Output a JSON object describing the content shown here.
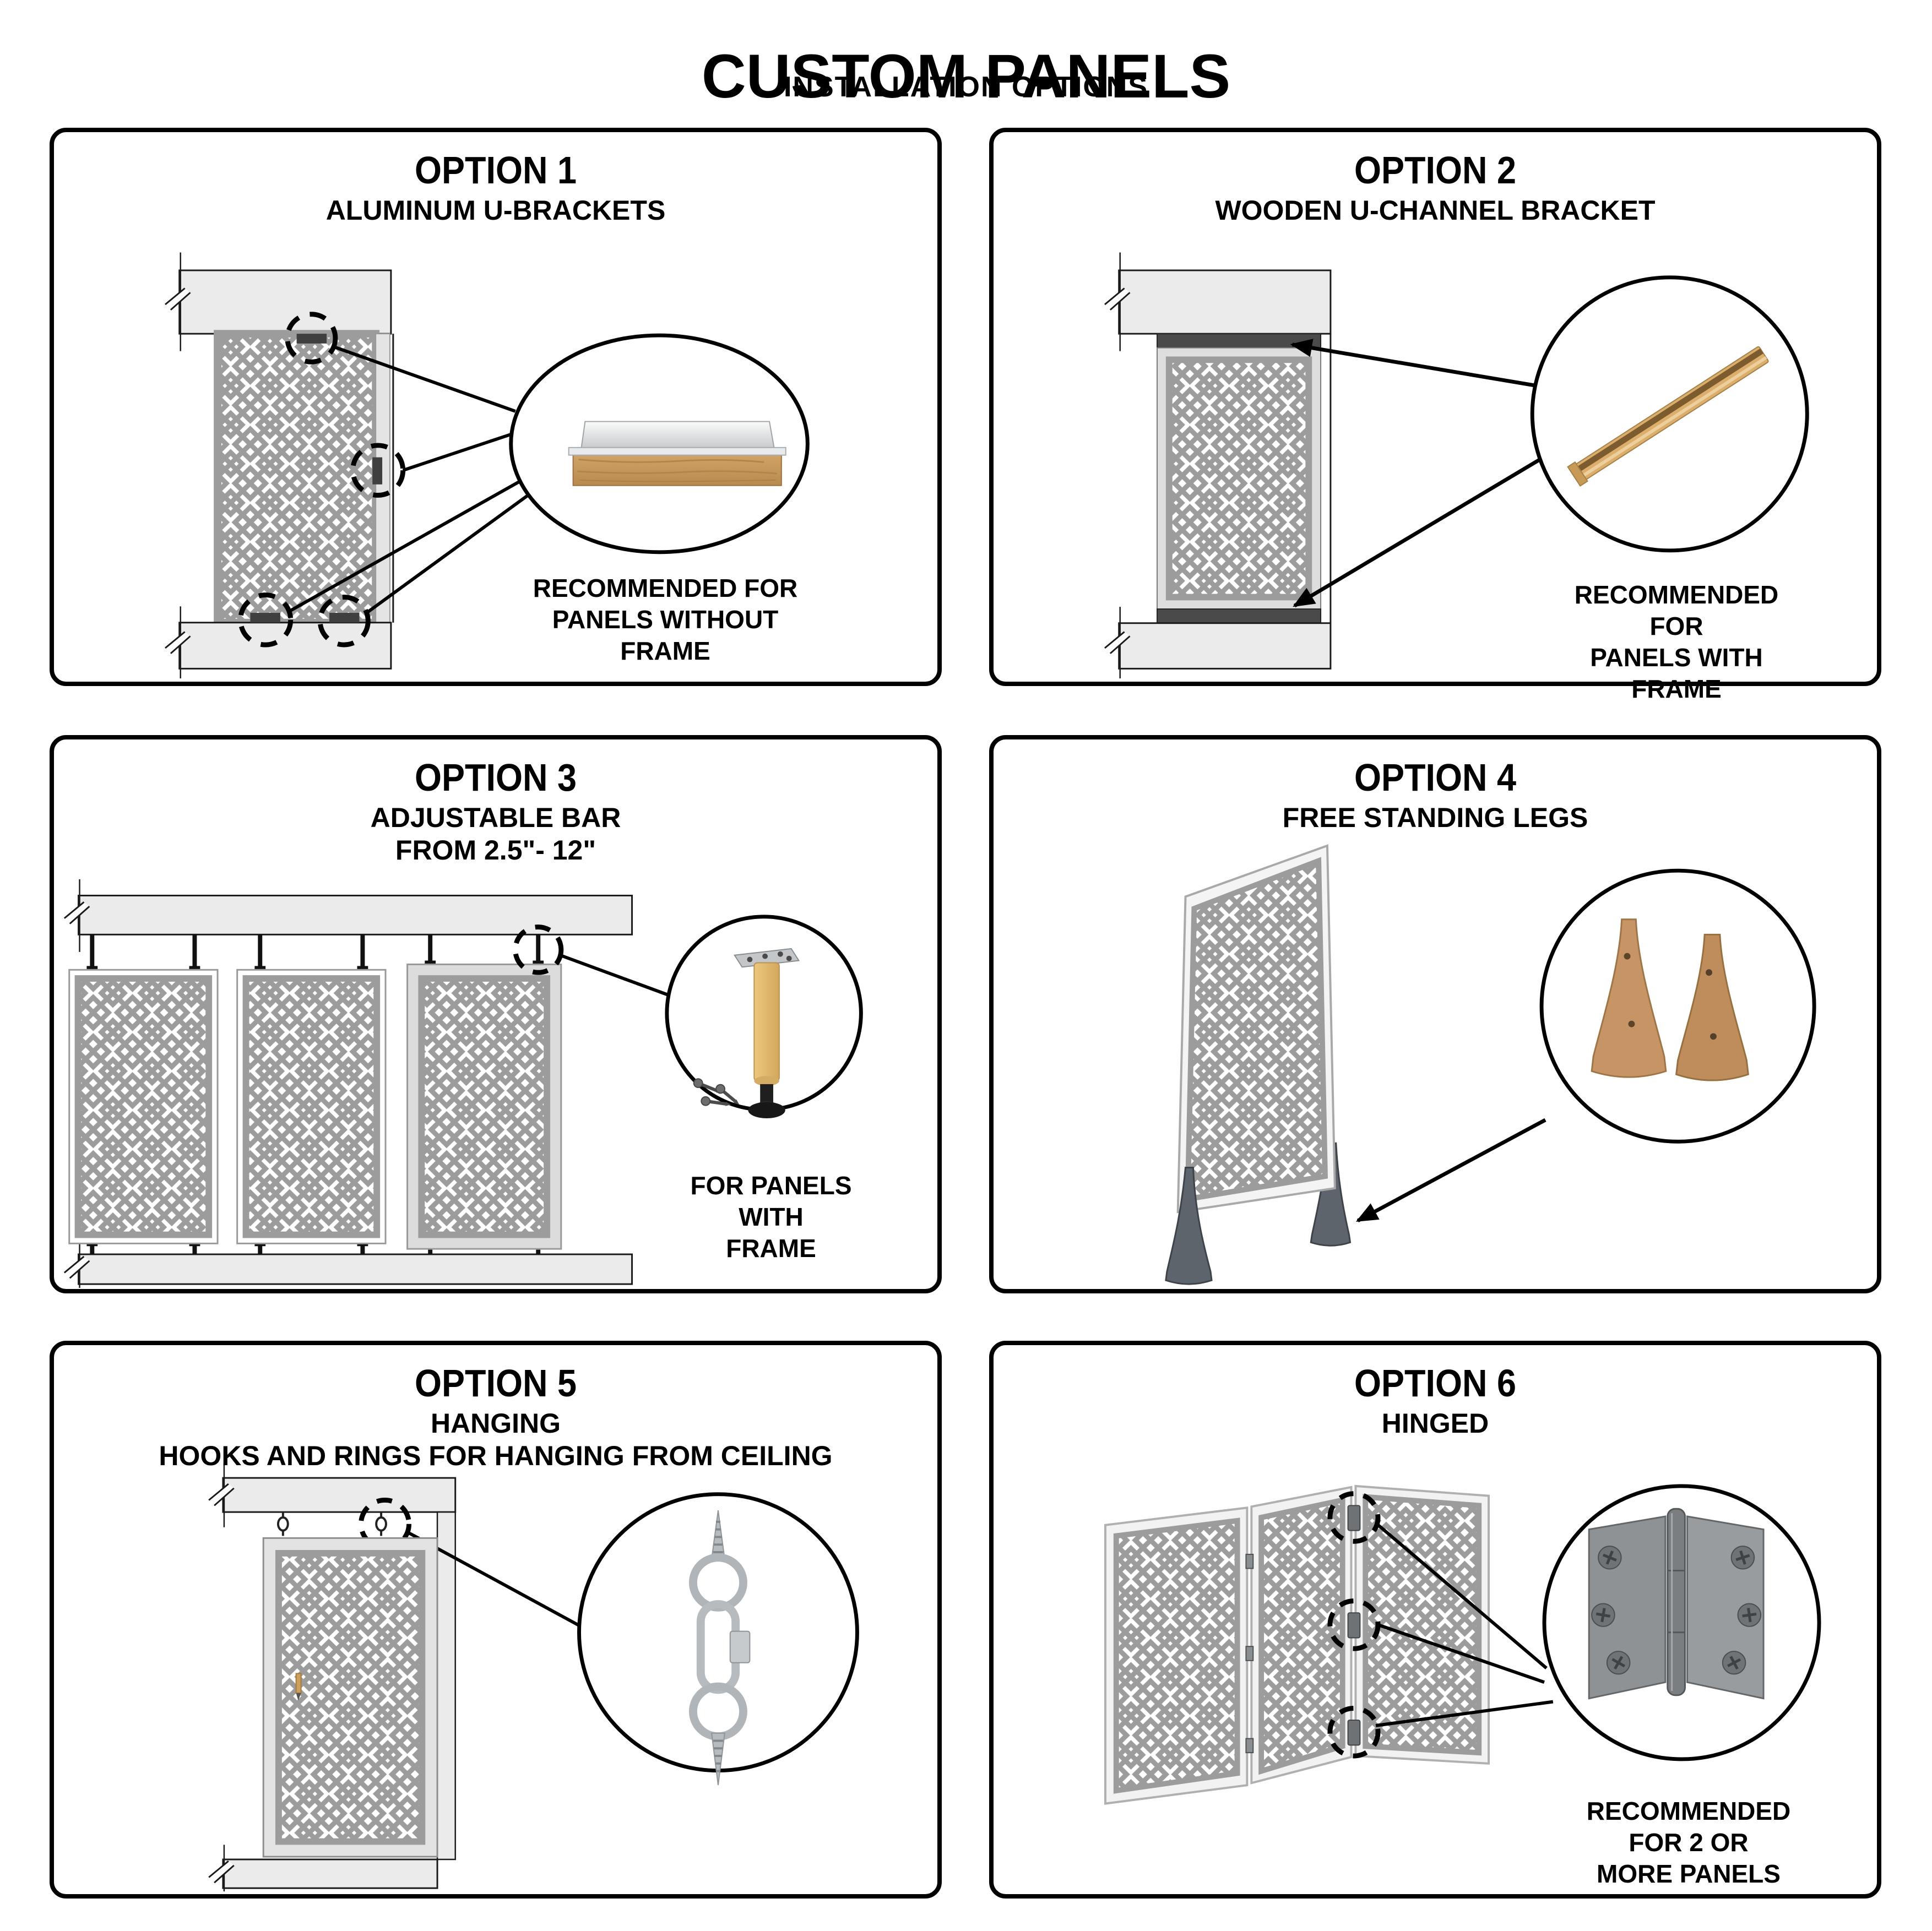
{
  "header": {
    "title": "CUSTOM PANELS",
    "subtitle": "INSTALLATION OPTIONS"
  },
  "options": [
    {
      "label": "OPTION 1",
      "subtitle": "ALUMINUM U-BRACKETS",
      "caption": "RECOMMENDED FOR\nPANELS WITHOUT FRAME",
      "hardware_icon": "aluminum-u-bracket-icon"
    },
    {
      "label": "OPTION 2",
      "subtitle": "WOODEN U-CHANNEL BRACKET",
      "caption": "RECOMMENDED FOR\nPANELS WITH FRAME",
      "hardware_icon": "wooden-u-channel-icon"
    },
    {
      "label": "OPTION 3",
      "subtitle": "ADJUSTABLE BAR\nFROM 2.5\"- 12\"",
      "caption": "FOR PANELS WITH\nFRAME",
      "hardware_icon": "adjustable-leg-icon"
    },
    {
      "label": "OPTION 4",
      "subtitle": "FREE STANDING LEGS",
      "caption": "",
      "hardware_icon": "wooden-trestle-legs-icon"
    },
    {
      "label": "OPTION 5",
      "subtitle": "HANGING\nHOOKS AND RINGS FOR HANGING FROM CEILING",
      "caption": "",
      "hardware_icon": "hook-and-rings-icon"
    },
    {
      "label": "OPTION 6",
      "subtitle": "HINGED",
      "caption": "RECOMMENDED FOR 2 OR\nMORE PANELS",
      "hardware_icon": "butt-hinge-icon"
    }
  ],
  "colors": {
    "lattice_gray": "#9c9c9c",
    "surface_gray": "#ebebeb",
    "bracket_dark": "#3f3f3f",
    "channel_dark": "#4a4a4a",
    "wood_tan": "#d2a96a",
    "metal_silver": "#c6c9cc",
    "hinge_gray": "#8e9295",
    "foot_dark": "#5d646b"
  }
}
